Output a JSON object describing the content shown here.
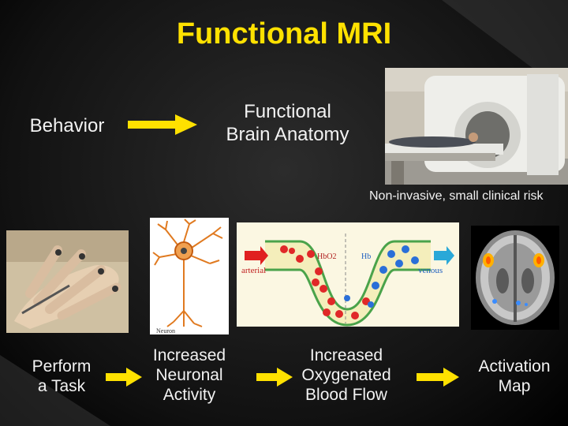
{
  "title": "Functional MRI",
  "top_row": {
    "behavior": "Behavior",
    "functional_anatomy_line1": "Functional",
    "functional_anatomy_line2": "Brain Anatomy",
    "scanner_caption": "Non-invasive, small clinical risk"
  },
  "bottom_row": {
    "step1_line1": "Perform",
    "step1_line2": "a Task",
    "step2_line1": "Increased",
    "step2_line2": "Neuronal",
    "step2_line3": "Activity",
    "step3_line1": "Increased",
    "step3_line2": "Oxygenated",
    "step3_line3": "Blood Flow",
    "step4_line1": "Activation",
    "step4_line2": "Map"
  },
  "blood_diagram": {
    "arterial": "arterial",
    "venous": "venous",
    "hbo2": "HbO2",
    "hb": "Hb"
  },
  "neuron_label": "Neuron",
  "colors": {
    "title": "#ffe100",
    "arrow": "#ffe100",
    "text": "#f2f2f2"
  },
  "icons": [
    "arrow-right-icon",
    "mri-scanner-image",
    "hand-task-image",
    "neuron-image",
    "blood-flow-diagram",
    "brain-activation-image"
  ]
}
